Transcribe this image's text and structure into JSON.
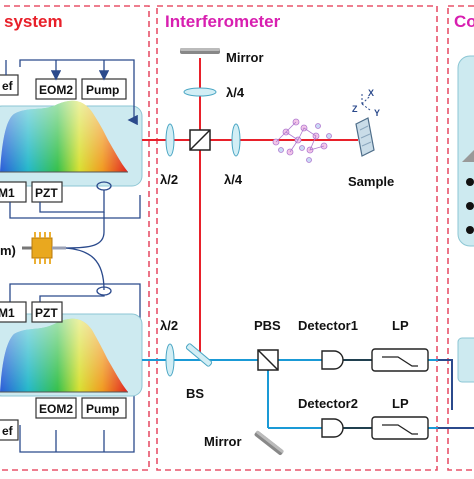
{
  "panels": {
    "left_title": "system",
    "middle_title": "Interferometer",
    "right_title": "Co"
  },
  "upper_laser": {
    "ref_label": "ef",
    "eom2_label": "EOM2",
    "pump_label": "Pump",
    "m1_label": "M1",
    "pzt_label": "PZT"
  },
  "middle_left": {
    "label": "m)"
  },
  "lower_laser": {
    "m1_label": "M1",
    "pzt_label": "PZT",
    "ref_label": "ef",
    "eom2_label": "EOM2",
    "pump_label": "Pump"
  },
  "interferometer": {
    "mirror_top_label": "Mirror",
    "quarter_wave_top": "λ/4",
    "half_wave_upper": "λ/2",
    "quarter_wave_right": "λ/4",
    "sample_label": "Sample",
    "axis_x": "X",
    "axis_y": "Y",
    "axis_z": "Z",
    "half_wave_lower": "λ/2",
    "pbs_label": "PBS",
    "bs_label": "BS",
    "detector1_label": "Detector1",
    "detector2_label": "Detector2",
    "lp1_label": "LP",
    "lp2_label": "LP",
    "mirror_bottom_label": "Mirror"
  },
  "colors": {
    "panel_border": "#e8536a",
    "left_title": "#e8202a",
    "middle_title": "#d81fb0",
    "red_beam": "#e8202a",
    "blue_beam": "#1a9ad6",
    "dark_line": "#2b4a8c",
    "laser_box_fill": "#cdeaf0"
  }
}
